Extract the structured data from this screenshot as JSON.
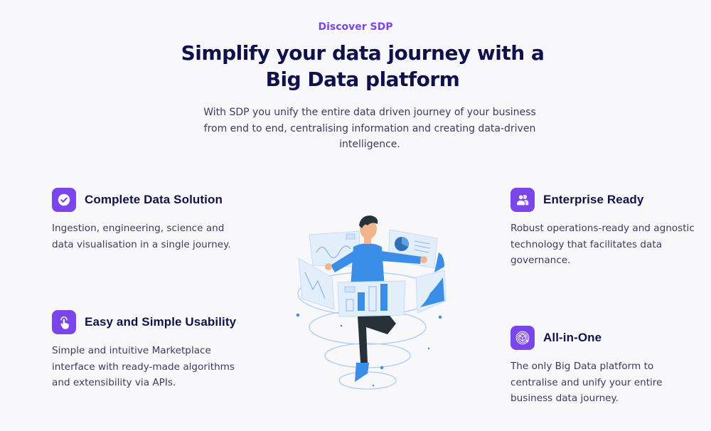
{
  "header": {
    "eyebrow": "Discover SDP",
    "title": "Simplify your data journey with a Big Data platform",
    "description": "With SDP you unify the entire data driven journey of your business from end to end, centralising information and creating data-driven intelligence."
  },
  "features": [
    {
      "icon": "check-circle-icon",
      "title": "Complete Data Solution",
      "description": "Ingestion, engineering, science and data visualisation in a single journey."
    },
    {
      "icon": "tap-hand-icon",
      "title": "Easy and Simple Usability",
      "description": "Simple and intuitive Marketplace interface with ready-made algorithms and extensibility via APIs."
    },
    {
      "icon": "users-icon",
      "title": "Enterprise Ready",
      "description": "Robust operations-ready and agnostic technology that facilitates data governance."
    },
    {
      "icon": "cube-orbit-icon",
      "title": "All-in-One",
      "description": "The only Big Data platform to centralise and unify your entire business data journey."
    }
  ],
  "illustration": {
    "icon": "data-dashboard-illustration"
  },
  "colors": {
    "accent": "#7a46ea",
    "heading": "#10104a",
    "body": "#3b3b5e",
    "background": "#f8f8fb",
    "illustration_blue": "#3b8ee6"
  }
}
